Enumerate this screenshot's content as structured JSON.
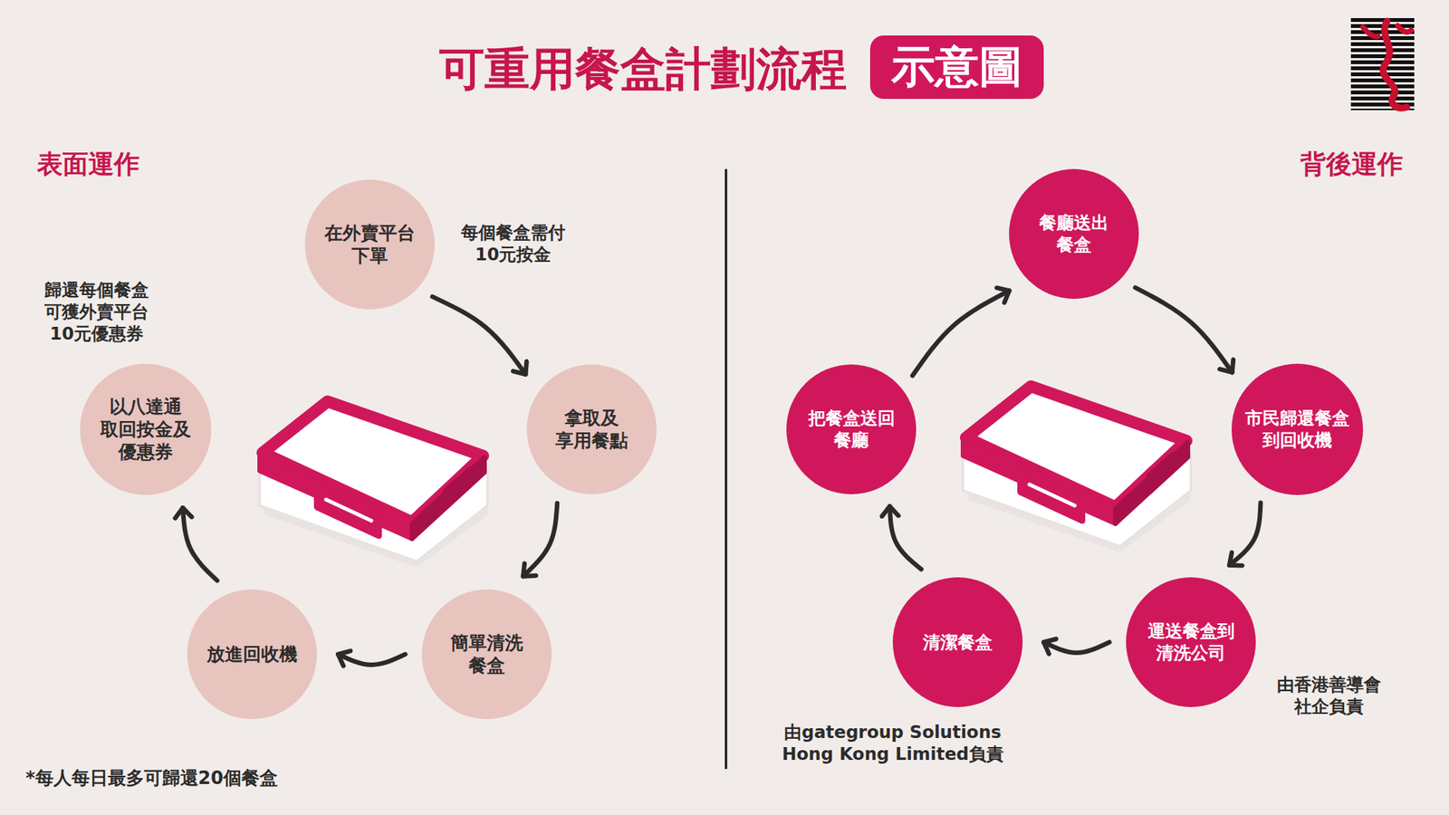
{
  "diagram": {
    "title": "可重用餐盒計劃流程",
    "nodes": [
      {
        "text": [
          "示意圖"
        ]
      },
      {
        "text": [
          "在外賣平台 下單"
        ]
      },
      {
        "text": [
          "拿取及 享用餐點"
        ]
      },
      {
        "text": [
          "簡單清洗 餐盒"
        ]
      },
      {
        "text": [
          "放進回收機"
        ]
      },
      {
        "text": [
          "以八達通 取回按金及 優惠券"
        ]
      },
      {
        "text": [
          "餐廳送出 餐盒"
        ]
      },
      {
        "text": [
          "市民歸還餐盒 到回收機"
        ]
      },
      {
        "text": [
          "運送餐盒到 清洗公司"
        ]
      },
      {
        "text": [
          "清潔餐盒"
        ]
      },
      {
        "text": [
          "把餐盒送回 餐廳"
        ]
      }
    ],
    "edges": [
      {
        "from": 1,
        "to": 2,
        "arrow": "to",
        "label": "每個餐盒需付 10元按金"
      },
      {
        "from": 2,
        "to": 3,
        "arrow": "to"
      },
      {
        "from": 3,
        "to": 4,
        "arrow": "to"
      },
      {
        "from": 4,
        "to": 5,
        "arrow": "to"
      },
      {
        "from": 6,
        "to": 7,
        "arrow": "to"
      },
      {
        "from": 7,
        "to": 8,
        "arrow": "to"
      },
      {
        "from": 8,
        "to": 9,
        "arrow": "to"
      },
      {
        "from": 9,
        "to": 10,
        "arrow": "to"
      },
      {
        "from": 10,
        "to": 6,
        "arrow": "to"
      }
    ],
    "labels": [
      "表面運作",
      "背後運作",
      "歸還每個餐盒 可獲外賣平台 10元優惠券",
      "由香港善導會 社企負責",
      "由gategroup Solutions Hong Kong Limited負責",
      "*每人每日最多可歸還20個餐盒"
    ]
  }
}
